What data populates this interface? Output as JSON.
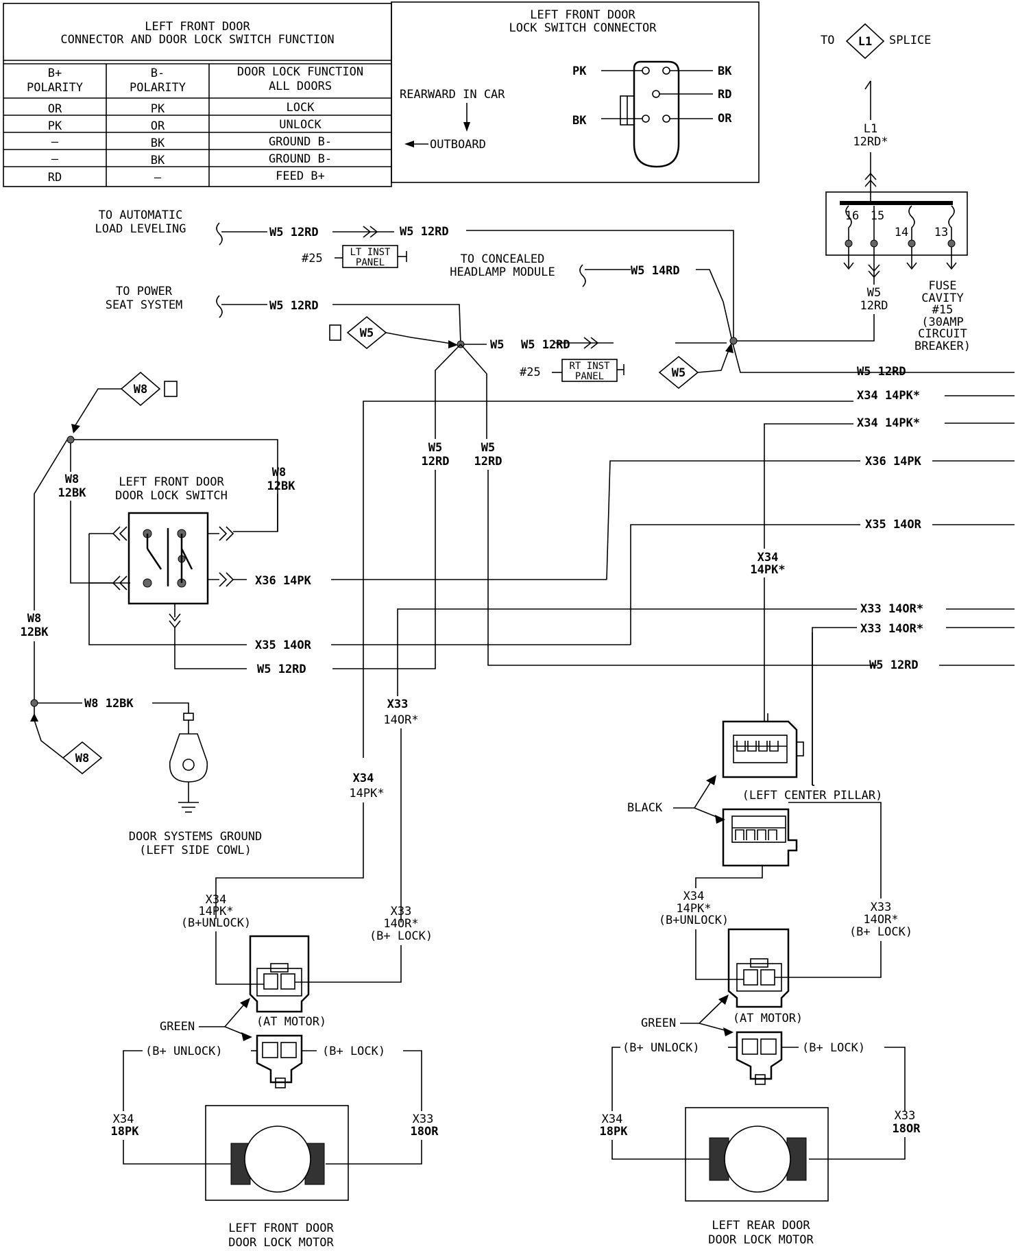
{
  "table": {
    "title_line1": "LEFT FRONT DOOR",
    "title_line2": "CONNECTOR AND DOOR LOCK SWITCH FUNCTION",
    "headers": [
      [
        "B+",
        "POLARITY"
      ],
      [
        "B-",
        "POLARITY"
      ],
      [
        "DOOR LOCK FUNCTION",
        "ALL DOORS"
      ]
    ],
    "rows": [
      [
        "OR",
        "PK",
        "LOCK"
      ],
      [
        "PK",
        "OR",
        "UNLOCK"
      ],
      [
        "–",
        "BK",
        "GROUND B-"
      ],
      [
        "–",
        "BK",
        "GROUND B-"
      ],
      [
        "RD",
        "–",
        "FEED B+"
      ]
    ]
  },
  "connector_panel": {
    "title_line1": "LEFT FRONT DOOR",
    "title_line2": "LOCK SWITCH CONNECTOR",
    "rearward": "REARWARD IN CAR",
    "outboard": "OUTBOARD",
    "pins": {
      "pk": "PK",
      "bk_top": "BK",
      "rd": "RD",
      "bk_left": "BK",
      "or": "OR"
    }
  },
  "top_right": {
    "to": "TO",
    "splice_id": "L1",
    "splice": "SPLICE",
    "wire1": "L1",
    "wire2": "12RD*"
  },
  "fuse": {
    "terminals": [
      "16",
      "15",
      "14",
      "13"
    ],
    "wire1": "W5",
    "wire2": "12RD",
    "label": [
      "FUSE",
      "CAVITY",
      "#15",
      "(30AMP",
      "CIRCUIT",
      "BREAKER)"
    ]
  },
  "labels": {
    "auto_load": [
      "TO AUTOMATIC",
      "LOAD LEVELING"
    ],
    "power_seat": [
      "TO POWER",
      "SEAT SYSTEM"
    ],
    "concealed": [
      "TO CONCEALED",
      "HEADLAMP MODULE"
    ],
    "w5_12rd": "W5  12RD",
    "w5_12rd_b": "W5  12RD",
    "w5_14rd": "W5  14RD",
    "w5": "W5",
    "w5_12rd_a": "W5  12RD",
    "w5_right_a": "W5",
    "w5_12rd_c": "W5  12RD",
    "lt_inst_num": "#25",
    "lt_inst": [
      "LT INST",
      "PANEL"
    ],
    "rt_inst_num": "#25",
    "rt_inst": [
      "RT INST",
      "PANEL"
    ],
    "w5_12rd_right": "W5  12RD",
    "x34_14pk_a": "X34  14PK*",
    "x34_14pk_b": "X34  14PK*",
    "x36_14pk_right": "X36  14PK",
    "x35_14or_right": "X35  14OR",
    "x33_14or_a": "X33  14OR*",
    "x33_14or_b": "X33  14OR*",
    "w5_12rd_bottom": "W5  12RD",
    "w5_vert_a": [
      "W5",
      "12RD"
    ],
    "w5_vert_b": [
      "W5",
      "12RD"
    ],
    "w8": "W8",
    "w8_12bk_a": [
      "W8",
      "12BK"
    ],
    "w8_12bk_b": [
      "W8",
      "12BK"
    ],
    "w8_12bk_c": [
      "W8",
      "12BK"
    ],
    "w8_12bk_h": "W8  12BK",
    "w8_bottom": "W8",
    "switch_title": [
      "LEFT FRONT DOOR",
      "DOOR LOCK SWITCH"
    ],
    "x36_14pk_sw": "X36  14PK",
    "x35_14or_sw": "X35  14OR",
    "w5_12rd_sw": "W5  12RD",
    "x34_14pk_center": [
      "X34",
      "14PK*"
    ],
    "x33_14or_mid": [
      "X33",
      "14OR*"
    ],
    "x34_14pk_mid": [
      "X34",
      "14PK*"
    ],
    "ground": [
      "DOOR SYSTEMS GROUND",
      "(LEFT SIDE COWL)"
    ],
    "left_center_pillar": "(LEFT CENTER PILLAR)",
    "black": "BLACK",
    "lf_x34_unlock": [
      "X34",
      "14PK*",
      "(B+UNLOCK)"
    ],
    "lf_x33_lock": [
      "X33",
      "14OR*",
      "(B+ LOCK)"
    ],
    "lr_x34_unlock": [
      "X34",
      "14PK*",
      "(B+UNLOCK)"
    ],
    "lr_x33_lock": [
      "X33",
      "14OR*",
      "(B+ LOCK)"
    ],
    "at_motor_l": "(AT MOTOR)",
    "at_motor_r": "(AT MOTOR)",
    "green_l": "GREEN",
    "green_r": "GREEN",
    "b_unlock_l": "(B+ UNLOCK)",
    "b_lock_l": "(B+ LOCK)",
    "b_unlock_r": "(B+ UNLOCK)",
    "b_lock_r": "(B+ LOCK)",
    "lf_x34_18": [
      "X34",
      "18PK"
    ],
    "lf_x33_18": [
      "X33",
      "18OR"
    ],
    "lr_x34_18": [
      "X34",
      "18PK"
    ],
    "lr_x33_18": [
      "X33",
      "18OR"
    ],
    "lf_motor": [
      "LEFT FRONT DOOR",
      "DOOR LOCK MOTOR"
    ],
    "lr_motor": [
      "LEFT REAR DOOR",
      "DOOR LOCK MOTOR"
    ]
  }
}
